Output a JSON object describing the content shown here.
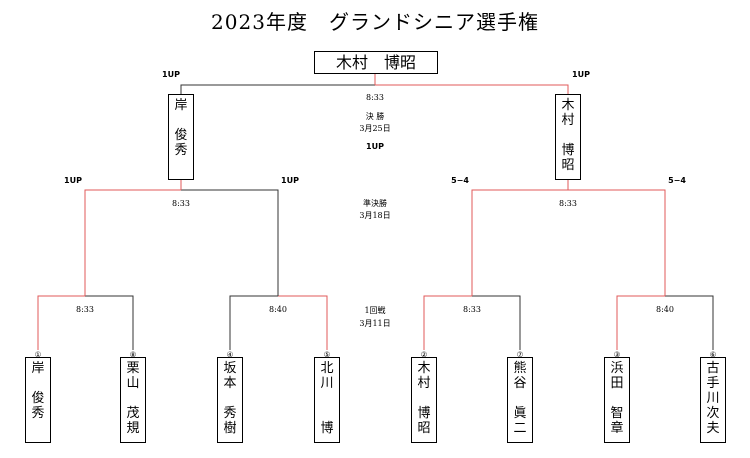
{
  "title": "2023年度　グランドシニア選手権",
  "champion": "木村　博昭",
  "final": {
    "time": "8:33",
    "round": "決 勝",
    "date": "3月25日",
    "score_center": "1UP",
    "score_left": "1UP",
    "score_right": "1UP",
    "left_player": "岸\n\n俊\n秀",
    "right_player": "木\n村\n\n博\n昭"
  },
  "semifinal": {
    "round": "準決勝",
    "date": "3月18日",
    "left_time": "8:33",
    "right_time": "8:33",
    "scores": [
      "1UP",
      "1UP",
      "5−4",
      "5−4"
    ]
  },
  "first_round": {
    "round": "1回戦",
    "date": "3月11日",
    "times": [
      "8:33",
      "8:40",
      "8:33",
      "8:40"
    ]
  },
  "players": [
    {
      "seed": "①",
      "name": "岸\n\n俊\n秀"
    },
    {
      "seed": "⑧",
      "name": "栗\n山\n\n茂\n規"
    },
    {
      "seed": "④",
      "name": "坂\n本\n\n秀\n樹"
    },
    {
      "seed": "⑤",
      "name": "北\n川\n\n\n博"
    },
    {
      "seed": "②",
      "name": "木\n村\n\n博\n昭"
    },
    {
      "seed": "⑦",
      "name": "熊\n谷\n\n眞\n二"
    },
    {
      "seed": "③",
      "name": "浜\n田\n\n智\n章"
    },
    {
      "seed": "⑥",
      "name": "古\n手\n川\n次\n夫"
    }
  ],
  "colors": {
    "winner_line": "#e05a5a",
    "loser_line": "#333333"
  }
}
